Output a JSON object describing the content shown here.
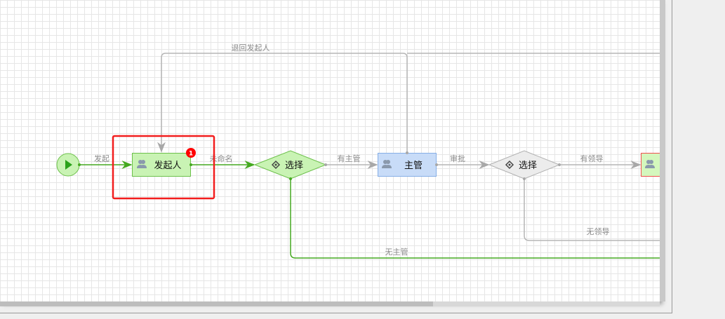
{
  "nodes": {
    "start": {
      "icon": "play-icon"
    },
    "initiator": {
      "label": "发起人",
      "badge": "1"
    },
    "choice1": {
      "label": "选择"
    },
    "manager": {
      "label": "主管"
    },
    "choice2": {
      "label": "选择"
    }
  },
  "edges": {
    "start_to_initiator": "发起",
    "initiator_to_choice": "未命名",
    "has_manager": "有主管",
    "approve": "审批",
    "has_leader": "有领导",
    "no_leader": "无领导",
    "no_manager": "无主管",
    "return_to_initiator": "退回发起人"
  },
  "colors": {
    "active": "#45a920",
    "inactive": "#b0b0b0",
    "selection": "#f21d1d"
  }
}
